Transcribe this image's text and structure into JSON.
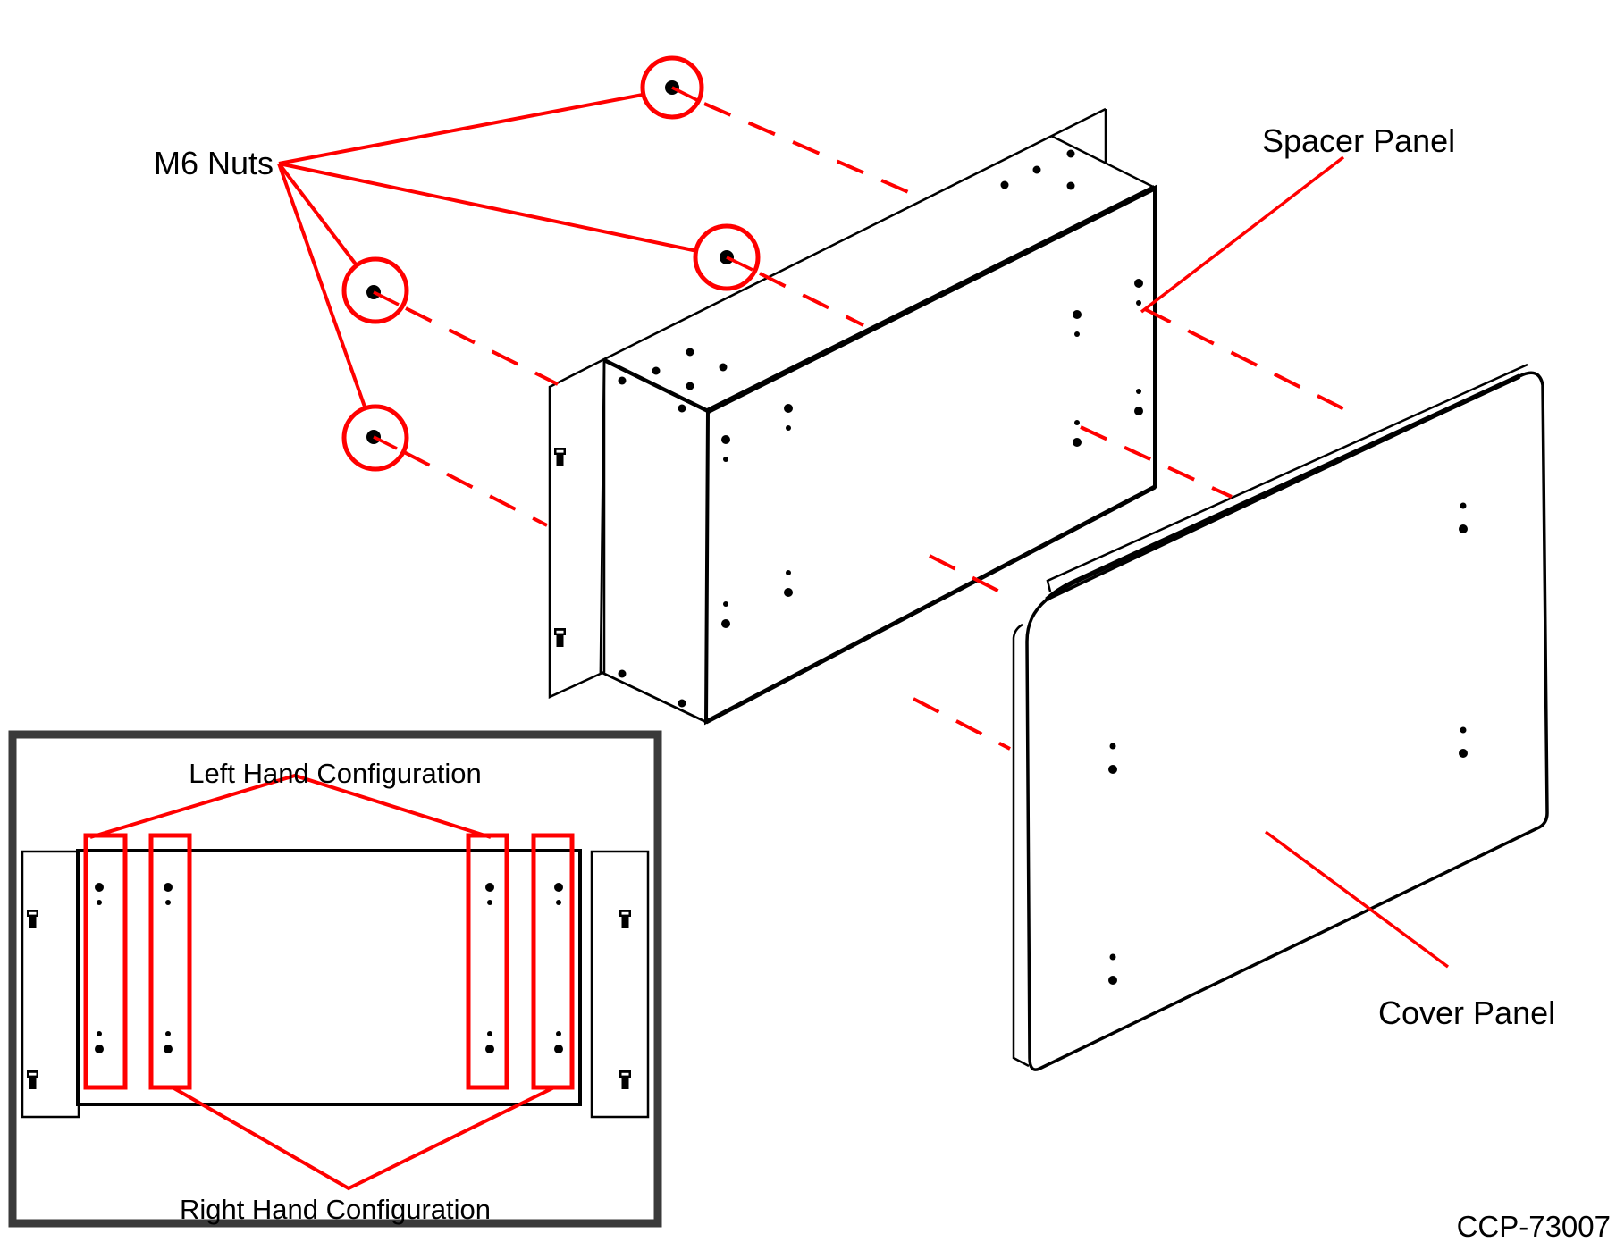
{
  "drawing": {
    "type": "exploded-assembly-technical-drawing",
    "number": "CCP-73007",
    "nut_circle_count": 4,
    "parts": [
      "M6 Nuts",
      "Spacer Panel",
      "Cover Panel"
    ]
  },
  "labels": {
    "m6_nuts": "M6 Nuts",
    "spacer_panel": "Spacer Panel",
    "cover_panel": "Cover Panel",
    "drawing_number": "CCP-73007"
  },
  "inset": {
    "left_label": "Left Hand Configuration",
    "right_label": "Right Hand Configuration",
    "highlight_strip_count": 4
  },
  "colors": {
    "annotation_red": "#FF0000",
    "line_black": "#000000",
    "inset_border_gray": "#3A3A3A",
    "background": "#FFFFFF"
  }
}
